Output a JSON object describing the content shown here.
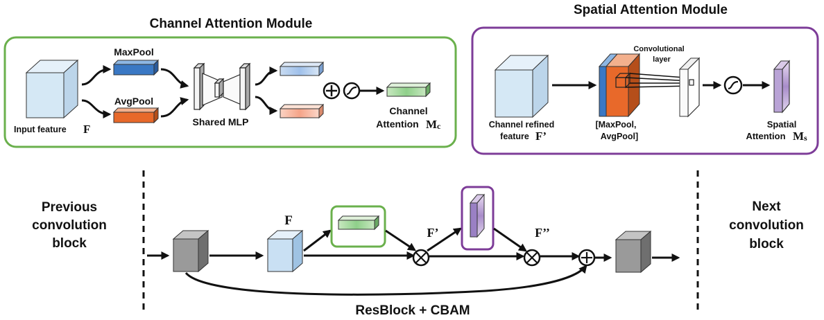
{
  "channel_module": {
    "title": "Channel Attention Module",
    "maxpool": "MaxPool",
    "avgpool": "AvgPool",
    "input_label": "Input feature",
    "input_symbol": "F",
    "mlp_label": "Shared MLP",
    "output_label_1": "Channel",
    "output_label_2": "Attention",
    "output_symbol": "M",
    "output_subscript": "c"
  },
  "spatial_module": {
    "title": "Spatial Attention Module",
    "conv_label_1": "Convolutional",
    "conv_label_2": "layer",
    "input_label_1": "Channel refined",
    "input_label_2": "feature",
    "input_symbol": "F’",
    "pool_label_1": "[MaxPool,",
    "pool_label_2": "AvgPool]",
    "output_label_1": "Spatial",
    "output_label_2": "Attention",
    "output_symbol": "M",
    "output_subscript": "s"
  },
  "resblock": {
    "prev_1": "Previous",
    "prev_2": "convolution",
    "prev_3": "block",
    "next_1": "Next",
    "next_2": "convolution",
    "next_3": "block",
    "f_label": "F",
    "f_prime_label": "F’",
    "f_dprime_label": "F’’",
    "caption": "ResBlock + CBAM"
  },
  "colors": {
    "channel_border": "#6ab04c",
    "spatial_border": "#7d3c98",
    "maxpool": "#3a78c4",
    "avgpool": "#e8692a",
    "input_cube": "#d5e8f5",
    "grey_cube": "#9a9a9a"
  }
}
